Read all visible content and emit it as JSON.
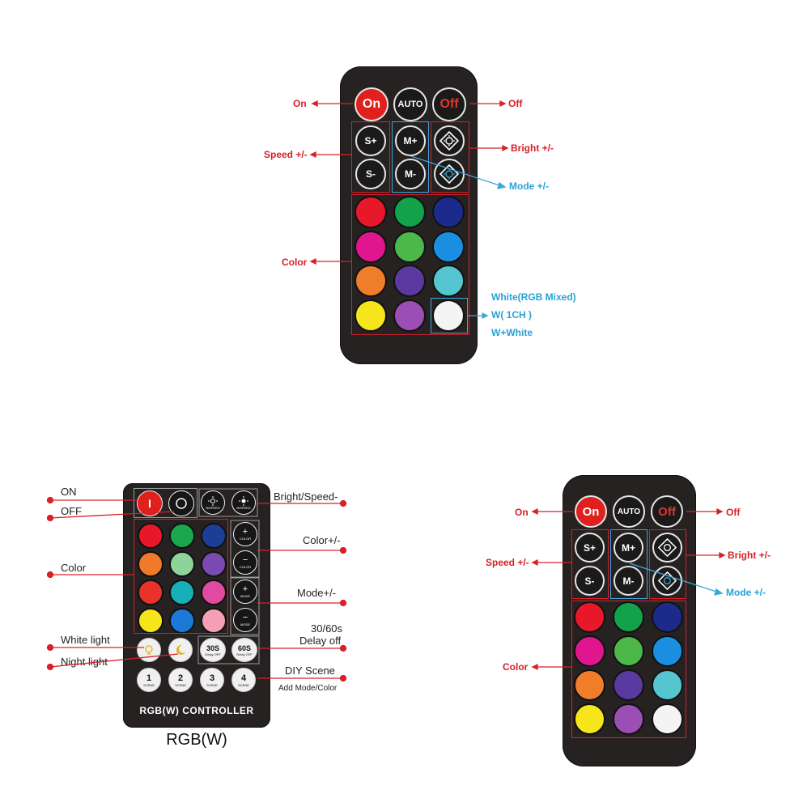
{
  "remote1": {
    "buttons": {
      "on": "On",
      "auto": "AUTO",
      "off": "Off",
      "s_plus": "S+",
      "s_minus": "S-",
      "m_plus": "M+",
      "m_minus": "M-"
    },
    "labels": {
      "on": "On",
      "off": "Off",
      "speed": "Speed +/-",
      "bright": "Bright +/-",
      "mode": "Mode +/-",
      "color": "Color",
      "white1": "White(RGB Mixed)",
      "white2": "W( 1CH )",
      "white3": "W+White"
    }
  },
  "remote3": {
    "buttons": {
      "on": "On",
      "auto": "AUTO",
      "off": "Off",
      "s_plus": "S+",
      "s_minus": "S-",
      "m_plus": "M+",
      "m_minus": "M-"
    },
    "labels": {
      "on": "On",
      "off": "Off",
      "speed": "Speed +/-",
      "bright": "Bright +/-",
      "mode": "Mode +/-",
      "color": "Color"
    }
  },
  "remote2": {
    "caption": "RGB(W)",
    "controller": "RGB(W) CONTROLLER",
    "buttons": {
      "power_on": "I",
      "color_plus": "+",
      "color_plus_sub": "COLOR",
      "color_minus": "−",
      "color_minus_sub": "COLOR",
      "mode_plus": "+",
      "mode_plus_sub": "MODE",
      "mode_minus": "−",
      "mode_minus_sub": "MODE",
      "bright_sub": "B/SPEED",
      "speed_sub": "B/SPEED",
      "delay30": "30S",
      "delay30_sub": "Delay OFF",
      "delay60": "60S",
      "delay60_sub": "Delay OFF",
      "scene1": "1",
      "scene2": "2",
      "scene3": "3",
      "scene4": "4",
      "scene_sub": "SCENE"
    },
    "labels": {
      "on": "ON",
      "off": "OFF",
      "color": "Color",
      "white_light": "White light",
      "night_light": "Night light",
      "bright_speed": "Bright/Speed-",
      "color_pm": "Color+/-",
      "mode_pm": "Mode+/-",
      "delay1": "30/60s",
      "delay2": "Delay off",
      "diy": "DIY Scene",
      "diy_sub": "Add Mode/Color"
    }
  },
  "colors": {
    "grid_a": [
      "#e8182a",
      "#13a14a",
      "#1c2a8c",
      "#e0168f",
      "#4cb84a",
      "#1a8fe0",
      "#f07d2a",
      "#5a3aa0",
      "#55c6cf",
      "#f5e51a",
      "#9b4fb5",
      "#f4f4f4"
    ],
    "grid_b": [
      "#e8182a",
      "#1aa84e",
      "#1d3e95",
      "#f07a2a",
      "#8ed39a",
      "#7c4bb2",
      "#e8322a",
      "#18b0b8",
      "#e04aa0",
      "#f6e51a",
      "#1a7ad6",
      "#f4a0b4"
    ]
  }
}
